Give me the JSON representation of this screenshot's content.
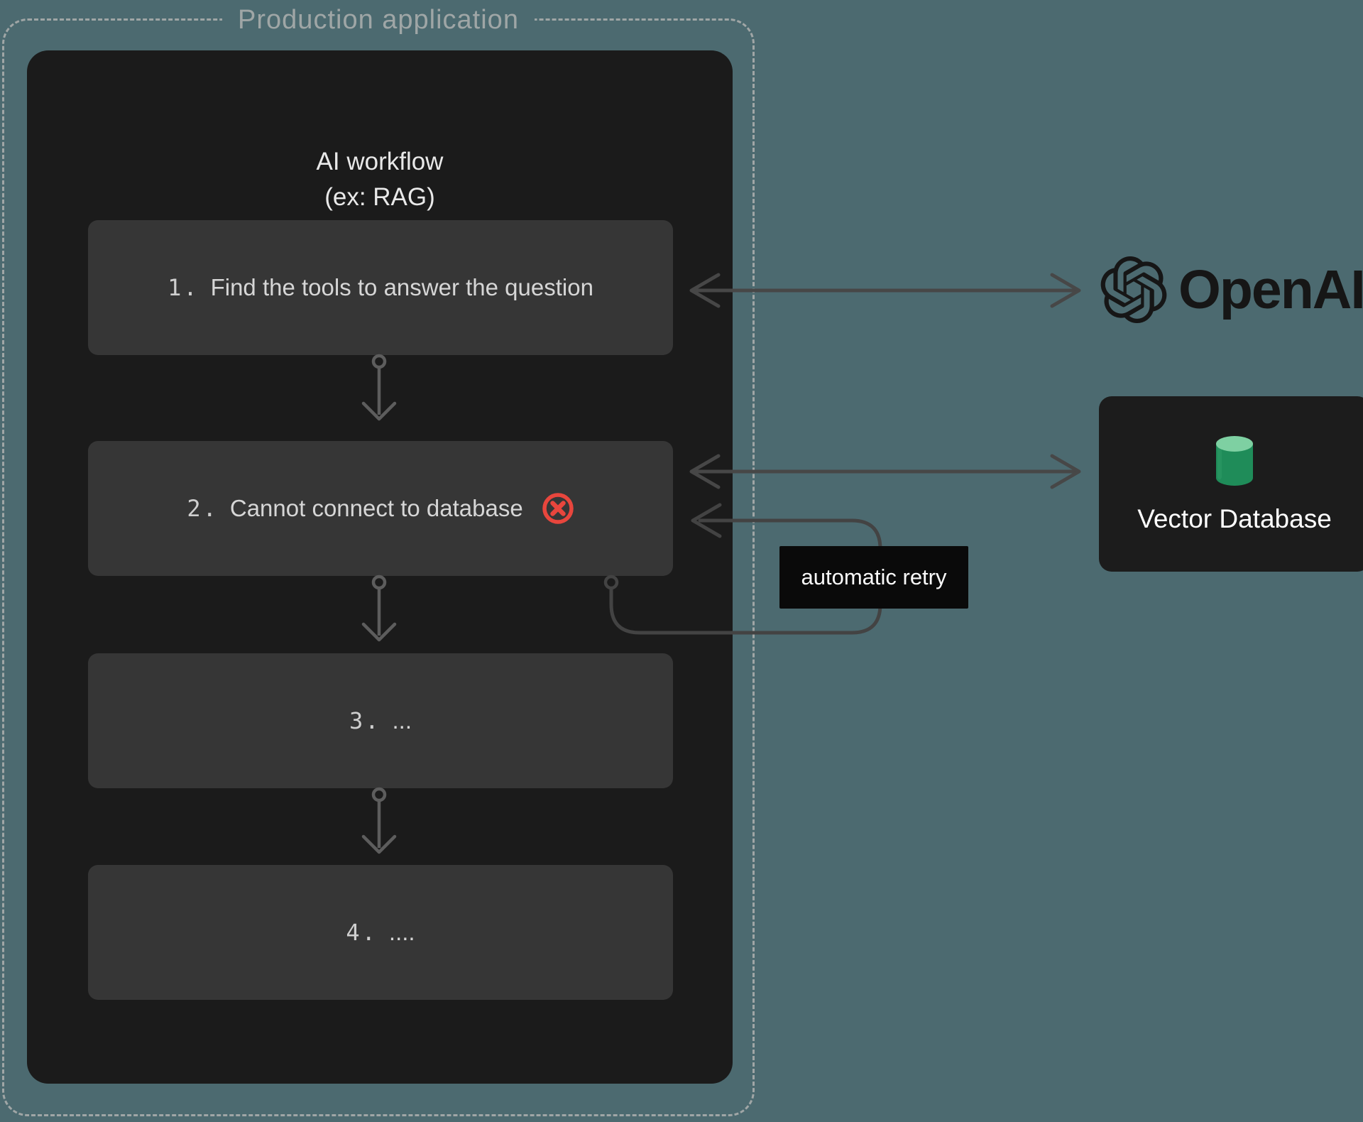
{
  "page": {
    "production_label": "Production application",
    "workflow_title_line1": "AI workflow",
    "workflow_title_line2": "(ex: RAG)",
    "steps": [
      {
        "num": "1.",
        "text": "Find the tools to answer the question"
      },
      {
        "num": "2.",
        "text": "Cannot connect to database"
      },
      {
        "num": "3.",
        "text": "..."
      },
      {
        "num": "4.",
        "text": "...."
      }
    ],
    "retry_label": "automatic retry",
    "openai_label": "OpenAI",
    "vector_db_label": "Vector Database",
    "icons": {
      "error": "error-x-icon",
      "openai": "openai-flower-icon",
      "database": "database-cylinder-icon"
    },
    "colors": {
      "background": "#4c6a70",
      "panel": "#1b1b1b",
      "step_box": "#363636",
      "error_red": "#e8463d",
      "db_green": "#1f8c59",
      "db_green_light": "#7ed0a2",
      "arrow_gray": "#474747",
      "connector_gray": "#5d5d5d",
      "dash_gray": "#a0a6a6",
      "retry_label_bg": "#0a0a0a"
    }
  }
}
